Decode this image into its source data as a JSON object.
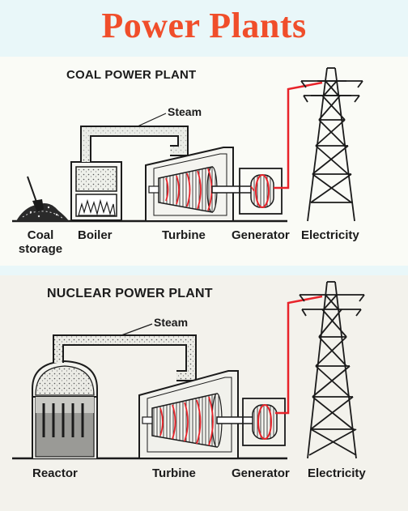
{
  "title": "Power Plants",
  "coal": {
    "heading": "COAL POWER PLANT",
    "steam": "Steam",
    "labels": {
      "coal_line1": "Coal",
      "coal_line2": "storage",
      "boiler": "Boiler",
      "turbine": "Turbine",
      "generator": "Generator",
      "electricity": "Electricity"
    }
  },
  "nuclear": {
    "heading": "NUCLEAR POWER PLANT",
    "steam": "Steam",
    "labels": {
      "reactor": "Reactor",
      "turbine": "Turbine",
      "generator": "Generator",
      "electricity": "Electricity"
    }
  },
  "colors": {
    "title": "#f04e2b",
    "wire": "#e8232a",
    "ink": "#1b1b1b"
  }
}
